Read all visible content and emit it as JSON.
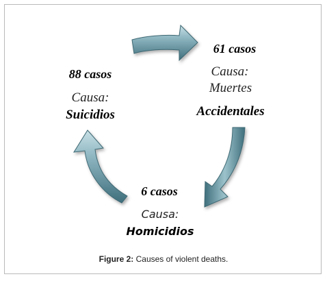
{
  "diagram": {
    "nodes": [
      {
        "count": "61 casos",
        "cause_label": "Causa:",
        "cause_line1": "Muertes",
        "cause_line2": "Accidentales"
      },
      {
        "count": "6 casos",
        "cause_label": "Causa:",
        "cause_line1": "Homicidios"
      },
      {
        "count": "88 casos",
        "cause_label": "Causa:",
        "cause_line1": "Suicidios"
      }
    ],
    "arrow_color": "#5f8f9b"
  },
  "caption": {
    "label": "Figure 2:",
    "text": " Causes of violent deaths."
  }
}
